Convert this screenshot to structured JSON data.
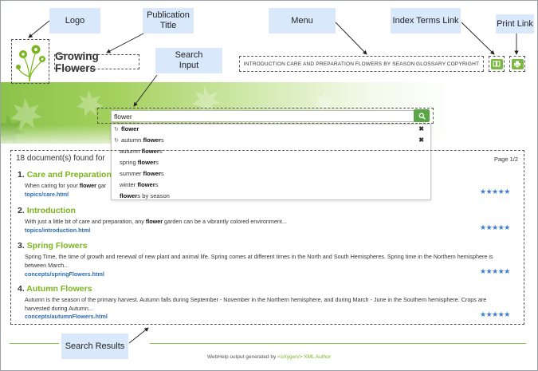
{
  "callouts": {
    "logo": "Logo",
    "publication_title_line1": "Publication",
    "publication_title_line2": "Title",
    "menu": "Menu",
    "index_terms_link": "Index Terms Link",
    "print_link": "Print Link",
    "search_input_line1": "Search",
    "search_input_line2": "Input",
    "search_results": "Search Results"
  },
  "header": {
    "publication_title": "Growing Flowers",
    "menu_items": [
      "INTRODUCTION",
      "CARE AND PREPARATION",
      "FLOWERS BY SEASON",
      "GLOSSARY",
      "COPYRIGHT"
    ]
  },
  "search": {
    "value": "flower",
    "suggestions": [
      {
        "history": true,
        "pre": "",
        "bold": "flower",
        "post": "",
        "removable": true
      },
      {
        "history": true,
        "pre": "autumn ",
        "bold": "flower",
        "post": "s",
        "removable": true
      },
      {
        "history": false,
        "pre": "autumn ",
        "bold": "flower",
        "post": "s",
        "removable": false
      },
      {
        "history": false,
        "pre": "spring ",
        "bold": "flower",
        "post": "s",
        "removable": false
      },
      {
        "history": false,
        "pre": "summer ",
        "bold": "flower",
        "post": "s",
        "removable": false
      },
      {
        "history": false,
        "pre": "winter ",
        "bold": "flower",
        "post": "s",
        "removable": false
      },
      {
        "history": false,
        "pre": "",
        "bold": "flower",
        "post": "s by season",
        "removable": false
      }
    ]
  },
  "results": {
    "count_text": "18 document(s) found for",
    "page_indicator": "Page 1/2",
    "items": [
      {
        "number": "1.",
        "title": "Care and Preparation",
        "snippet_pre": "When caring for your ",
        "snippet_bold": "flower",
        "snippet_post": " gar",
        "link": "topics/care.html",
        "rating": 5
      },
      {
        "number": "2.",
        "title": "Introduction",
        "snippet_pre": "With just a little bit of care and preparation, any ",
        "snippet_bold": "flower",
        "snippet_post": " garden can be a vibrantly colored environment...",
        "link": "topics/introduction.html",
        "rating": 5
      },
      {
        "number": "3.",
        "title": "Spring Flowers",
        "snippet_pre": "Spring Time, the time of growth and renewal of new plant and animal life. Spring comes at different times in the North and South Hemispheres. Spring time in the Northern hemisphere is between March...",
        "snippet_bold": "",
        "snippet_post": "",
        "link": "concepts/springFlowers.html",
        "rating": 5
      },
      {
        "number": "4.",
        "title": "Autumn Flowers",
        "snippet_pre": "Autumn is the season of the primary harvest. Autumn falls during September - November in the Northern hemisphere, and during March - June in the Southern hemisphere. Crops are harvested during Autumn...",
        "snippet_bold": "",
        "snippet_post": "",
        "link": "concepts/autumnFlowers.html",
        "rating": 5
      }
    ]
  },
  "footer": {
    "text": "WebHelp output generated by",
    "brand": "<oXygen/> XML Author"
  },
  "colors": {
    "accent_green": "#7ab51d",
    "link_blue": "#2b6cb0",
    "star_blue": "#3b7dd8",
    "callout_bg": "#d9e8fb"
  },
  "icons": {
    "search_button": "magnifier-icon",
    "index_terms": "book-icon",
    "print": "printer-icon",
    "history": "history-icon",
    "remove": "close-icon"
  }
}
